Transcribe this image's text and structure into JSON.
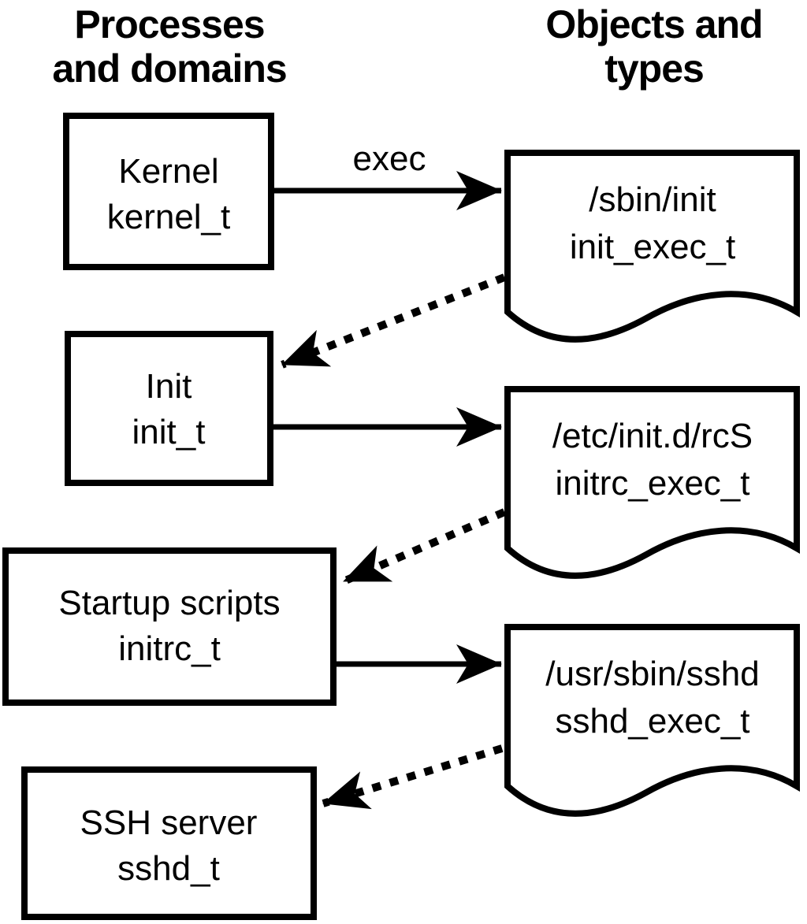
{
  "headers": {
    "left": {
      "line1": "Processes",
      "line2": "and domains"
    },
    "right": {
      "line1": "Objects and",
      "line2": "types"
    }
  },
  "processes": [
    {
      "name": "Kernel",
      "type": "kernel_t"
    },
    {
      "name": "Init",
      "type": "init_t"
    },
    {
      "name": "Startup scripts",
      "type": "initrc_t"
    },
    {
      "name": "SSH server",
      "type": "sshd_t"
    }
  ],
  "objects": [
    {
      "path": "/sbin/init",
      "type": "init_exec_t"
    },
    {
      "path": "/etc/init.d/rcS",
      "type": "initrc_exec_t"
    },
    {
      "path": "/usr/sbin/sshd",
      "type": "sshd_exec_t"
    }
  ],
  "arrows": {
    "exec_label": "exec"
  },
  "colors": {
    "foreground": "#000000",
    "background": "#ffffff"
  }
}
